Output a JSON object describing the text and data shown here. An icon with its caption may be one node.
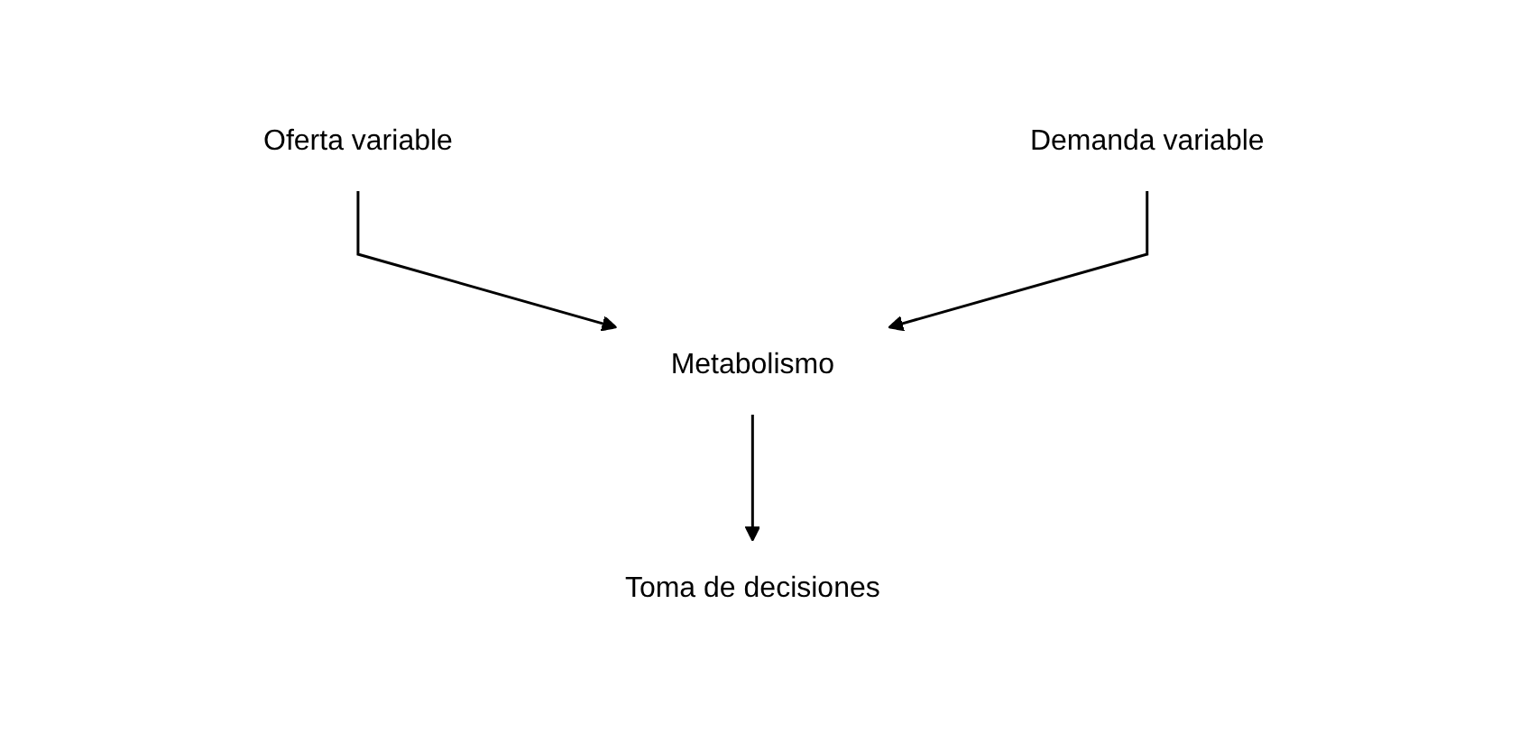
{
  "diagram": {
    "nodes": [
      {
        "text": [
          "Oferta variable"
        ]
      },
      {
        "text": [
          "Demanda variable"
        ]
      },
      {
        "text": [
          "Metabolismo"
        ]
      },
      {
        "text": [
          "Toma de decisiones"
        ]
      }
    ],
    "edges": [
      {
        "from": 0,
        "to": 2,
        "arrow": "to"
      },
      {
        "from": 1,
        "to": 2,
        "arrow": "to"
      },
      {
        "from": 2,
        "to": 3,
        "arrow": "to"
      }
    ]
  }
}
